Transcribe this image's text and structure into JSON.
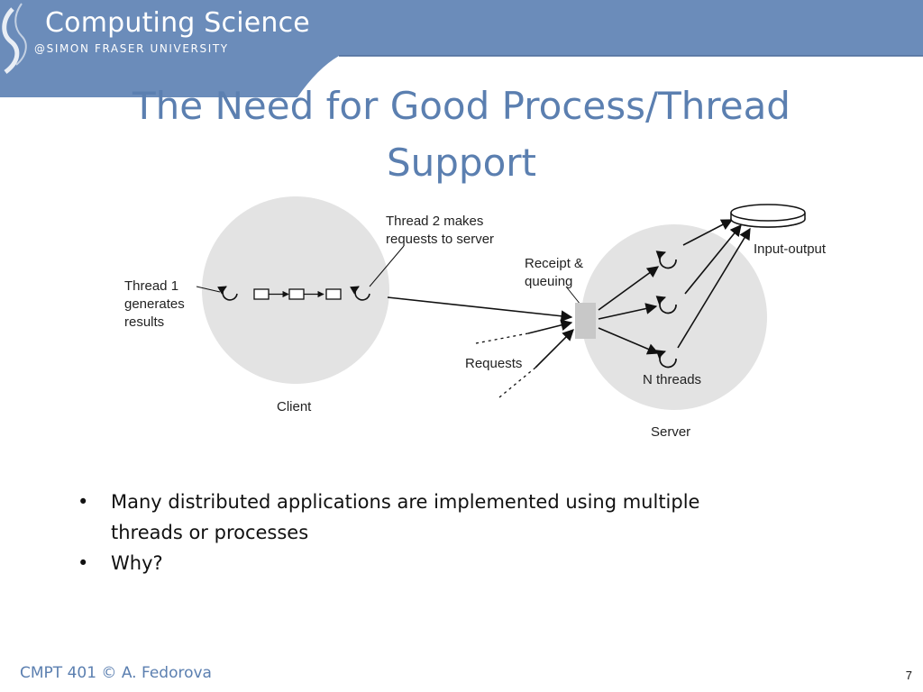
{
  "header": {
    "title": "Computing Science",
    "subtitle": "@SIMON FRASER UNIVERSITY"
  },
  "slide": {
    "title_line1": "The Need for Good Process/Thread",
    "title_line2": "Support"
  },
  "diagram": {
    "labels": {
      "thread2_line1": "Thread 2 makes",
      "thread2_line2": "requests to server",
      "thread1_line1": "Thread 1",
      "thread1_line2": "generates",
      "thread1_line3": "results",
      "client": "Client",
      "receipt_line1": "Receipt &",
      "receipt_line2": "queuing",
      "requests": "Requests",
      "n_threads": "N threads",
      "server": "Server",
      "input_output": "Input-output"
    }
  },
  "bullets": [
    {
      "symbol": "•",
      "line1": "Many distributed applications are implemented using multiple",
      "line2": "threads or processes"
    },
    {
      "symbol": "•",
      "line1": "Why?"
    }
  ],
  "footer": {
    "course": "CMPT 401 © A. Fedorova",
    "page": "7"
  },
  "colors": {
    "header_blue": "#6b8cba",
    "title_blue": "#5b7fb0",
    "circle_fill": "#e3e3e3",
    "queue_fill": "#c8c8c8"
  }
}
